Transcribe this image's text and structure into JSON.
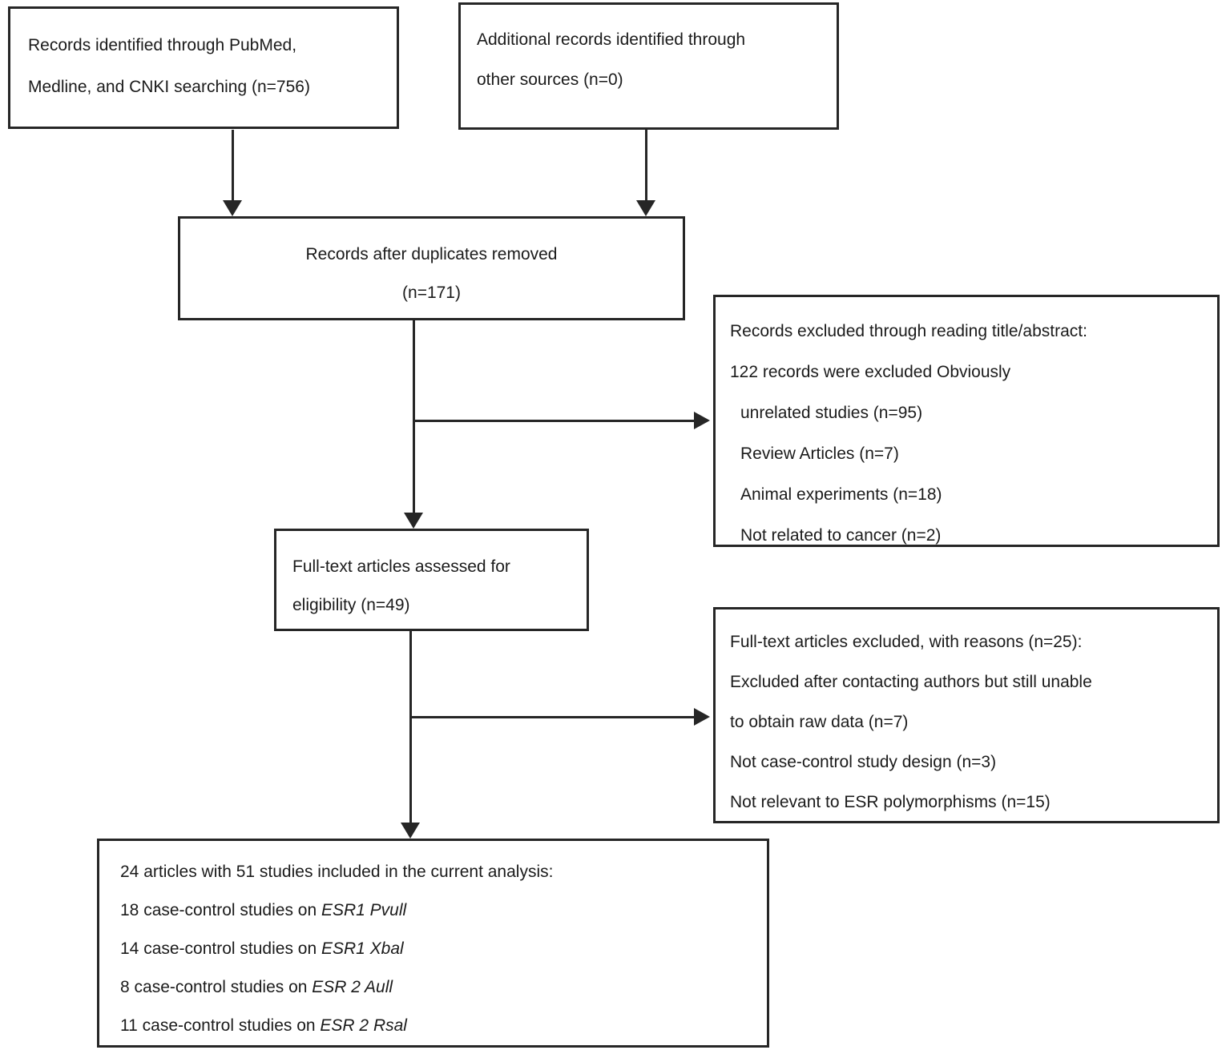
{
  "figure": {
    "background": "#ffffff",
    "ink_color": "#262626",
    "text_color": "#1b1b1b"
  },
  "boxes": {
    "identified": {
      "lines": [
        "Records identified through PubMed,",
        "Medline, and CNKI searching (n=756)"
      ]
    },
    "additional": {
      "lines": [
        "Additional records identified through",
        "other sources (n=0)"
      ]
    },
    "duplicates_removed": {
      "lines": [
        "Records after duplicates removed",
        "(n=171)"
      ]
    },
    "records_excluded": {
      "lines": [
        "Records excluded through reading title/abstract:",
        "122 records were excluded Obviously",
        "unrelated studies (n=95)",
        "Review Articles (n=7)",
        "Animal experiments (n=18)",
        "Not related to cancer (n=2)"
      ]
    },
    "fulltext_assessed": {
      "lines": [
        "Full-text articles assessed for",
        "eligibility (n=49)"
      ]
    },
    "fulltext_excluded": {
      "lines": [
        "Full-text articles excluded, with reasons (n=25):",
        "Excluded after contacting authors but still unable",
        "to obtain raw data (n=7)",
        "Not case-control study design (n=3)",
        "Not relevant to ESR polymorphisms (n=15)"
      ]
    },
    "included": {
      "title": "24 articles with 51 studies included in the current analysis:",
      "items": [
        {
          "prefix": "18 case-control studies on ",
          "gene": "ESR1 Pvull"
        },
        {
          "prefix": "14 case-control studies on ",
          "gene": "ESR1 Xbal"
        },
        {
          "prefix": "8 case-control studies on ",
          "gene": "ESR 2 Aull"
        },
        {
          "prefix": "11 case-control studies on ",
          "gene": "ESR 2 Rsal"
        }
      ]
    }
  }
}
